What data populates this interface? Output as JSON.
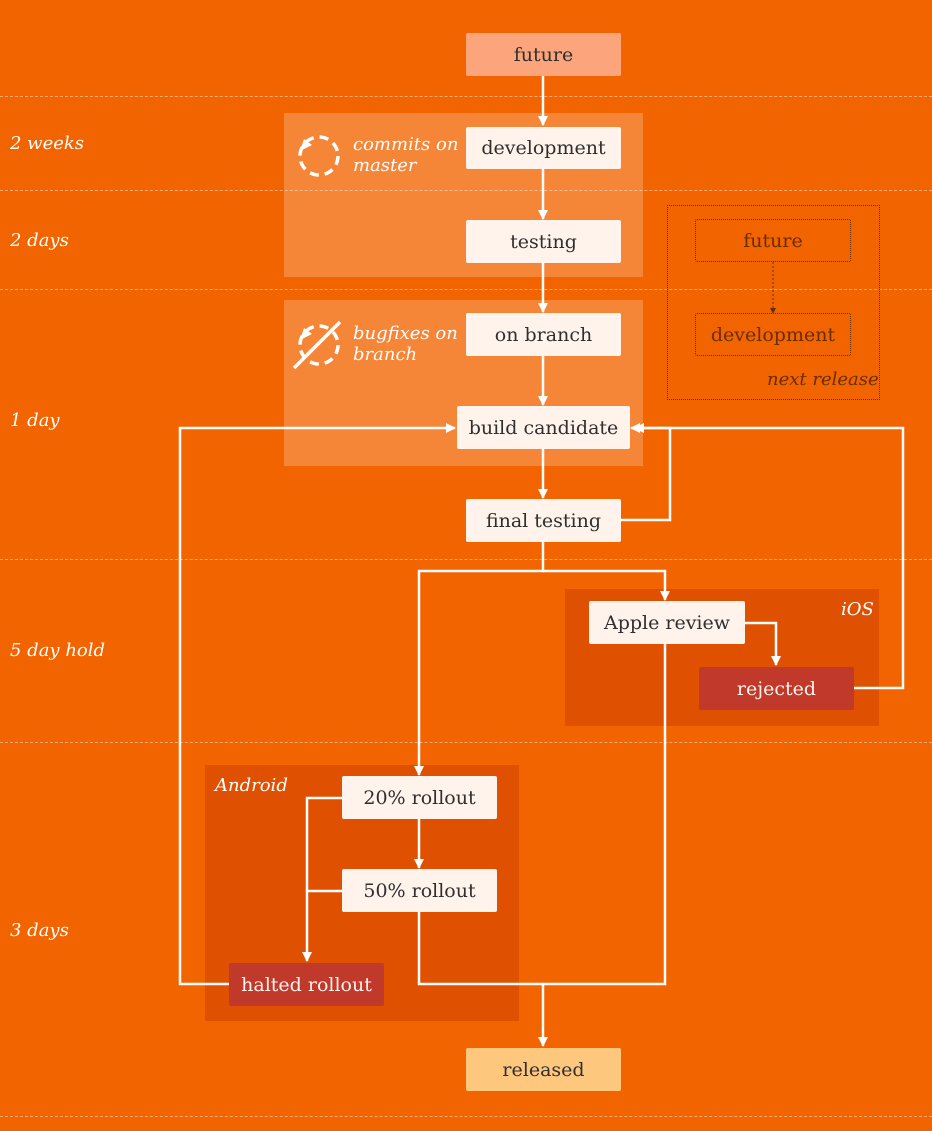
{
  "diagram": {
    "time_labels": [
      "2 weeks",
      "2 days",
      "1 day",
      "5 day hold",
      "3 days"
    ],
    "nodes": {
      "future": "future",
      "development": "development",
      "testing": "testing",
      "on_branch": "on branch",
      "build_candidate": "build candidate",
      "final_testing": "final testing",
      "apple_review": "Apple review",
      "rejected": "rejected",
      "rollout_20": "20% rollout",
      "rollout_50": "50% rollout",
      "halted_rollout": "halted rollout",
      "released": "released"
    },
    "legend": {
      "commits": [
        "commits on",
        "master"
      ],
      "bugfixes": [
        "bugfixes on",
        "branch"
      ]
    },
    "next_release": {
      "label": "next release",
      "future": "future",
      "development": "development"
    },
    "groups": {
      "ios": "iOS",
      "android": "Android"
    },
    "colors": {
      "background": "#f26400",
      "node": "#fff3ec",
      "future_node": "#fca57c",
      "released_node": "#fdc87e",
      "rejected_node": "#c0392b",
      "platform_panel": "#df5100",
      "arrow": "#ffffff",
      "next_release_ink": "#6b2c00"
    }
  }
}
